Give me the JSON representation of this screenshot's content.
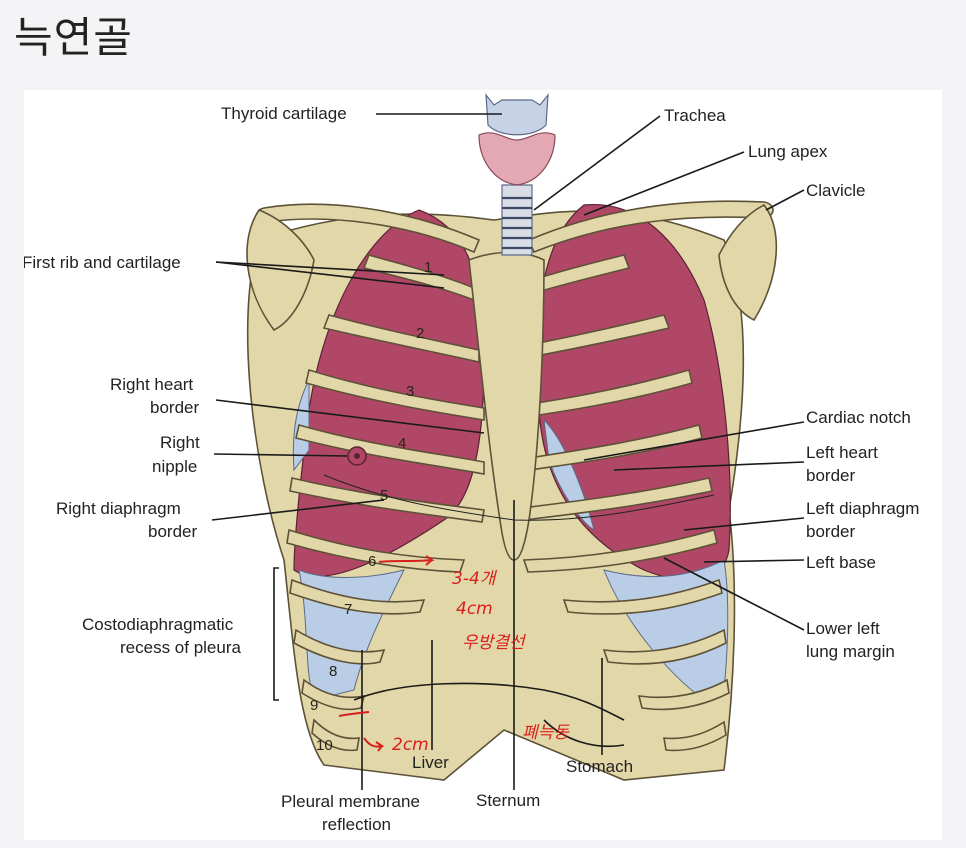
{
  "page": {
    "title": "늑연골"
  },
  "figure": {
    "labels": {
      "thyroid_cartilage": "Thyroid cartilage",
      "trachea": "Trachea",
      "lung_apex": "Lung apex",
      "clavicle": "Clavicle",
      "first_rib": "First rib and cartilage",
      "right_heart_border_1": "Right heart",
      "right_heart_border_2": "border",
      "right_nipple_1": "Right",
      "right_nipple_2": "nipple",
      "right_diaphragm_1": "Right diaphragm",
      "right_diaphragm_2": "border",
      "costo_1": "Costodiaphragmatic",
      "costo_2": "recess of pleura",
      "cardiac_notch": "Cardiac notch",
      "left_heart_1": "Left heart",
      "left_heart_2": "border",
      "left_diaphragm_1": "Left diaphragm",
      "left_diaphragm_2": "border",
      "left_base": "Left base",
      "lower_left_1": "Lower left",
      "lower_left_2": "lung margin",
      "liver": "Liver",
      "stomach": "Stomach",
      "sternum": "Sternum",
      "pleural_1": "Pleural membrane",
      "pleural_2": "reflection"
    },
    "rib_numbers": [
      "1",
      "2",
      "3",
      "4",
      "5",
      "6",
      "7",
      "8",
      "9",
      "10"
    ],
    "handwriting": {
      "note_1": "3-4개",
      "note_2": "4cm",
      "note_3": "우방결선",
      "note_4": "2cm",
      "note_5": "폐늑동"
    },
    "colors": {
      "bone": "#e2d7a8",
      "lung": "#b04766",
      "pleura": "#b9cde6",
      "annotation": "#d8201c"
    }
  }
}
